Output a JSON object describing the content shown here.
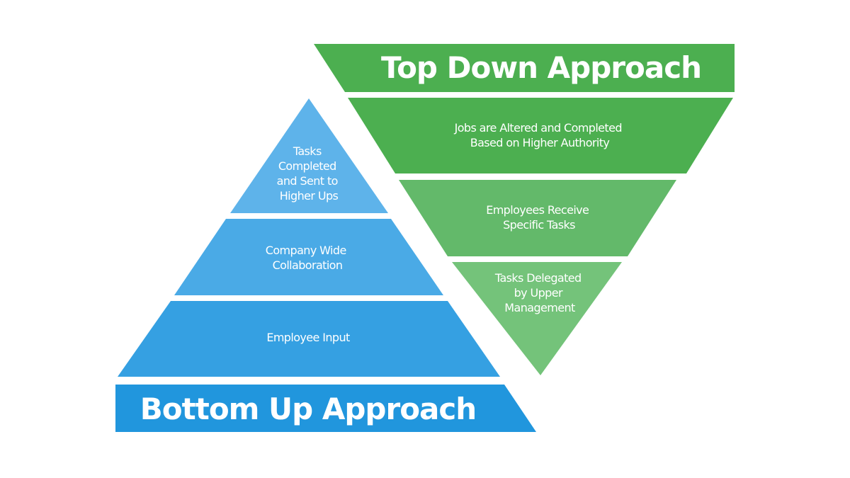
{
  "top_down": {
    "title": "Top Down Approach",
    "levels": [
      {
        "lines": [
          "Jobs are Altered and Completed",
          "Based on Higher Authority"
        ]
      },
      {
        "lines": [
          "Employees Receive",
          "Specific Tasks"
        ]
      },
      {
        "lines": [
          "Tasks Delegated",
          "by Upper",
          "Management"
        ]
      }
    ],
    "colors": {
      "title": "#4caf50",
      "level1": "#4caf50",
      "level2": "#63b96a",
      "level3": "#74c37a"
    }
  },
  "bottom_up": {
    "title": "Bottom Up Approach",
    "levels": [
      {
        "lines": [
          "Tasks",
          "Completed",
          "and Sent to",
          "Higher Ups"
        ]
      },
      {
        "lines": [
          "Company Wide",
          "Collaboration"
        ]
      },
      {
        "lines": [
          "Employee Input"
        ]
      }
    ],
    "colors": {
      "title": "#2196dd",
      "level1": "#5eb3ea",
      "level2": "#4aaae6",
      "level3": "#35a0e2"
    }
  }
}
